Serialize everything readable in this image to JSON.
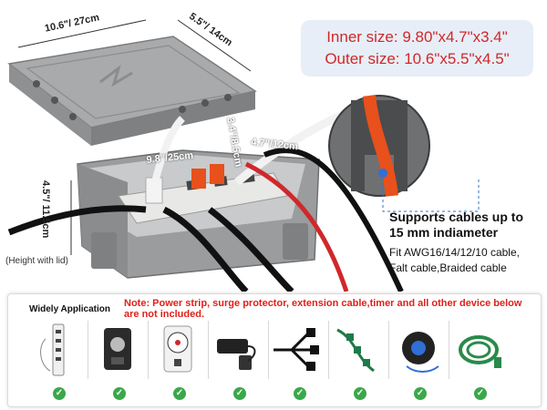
{
  "dimensions": {
    "length": "10.6\"/ 27cm",
    "width": "5.5\"/ 14cm",
    "inner_length": "9.8\"/25cm",
    "inner_height": "3.4\"/8.5cm",
    "inner_width": "4.7\"/12cm",
    "outer_height": "4.5\"/ 11.5cm",
    "height_note": "(Height with lid)"
  },
  "size_box": {
    "inner": "Inner size: 9.80\"x4.7\"x3.4\"",
    "outer": "Outer size: 10.6\"x5.5\"x4.5\""
  },
  "support": {
    "line1": "Supports cables up to",
    "line2": "15 mm indiameter",
    "fit1": "Fit AWG16/14/12/10 cable,",
    "fit2": "Falt cable,Braided cable"
  },
  "application": {
    "title": "Widely Application",
    "note": "Note: Power strip, surge protector, extension cable,timer and all other device below are not included.",
    "items": [
      {
        "icon": "power-strip-icon"
      },
      {
        "icon": "outdoor-timer-icon"
      },
      {
        "icon": "dial-timer-icon"
      },
      {
        "icon": "smart-plug-icon"
      },
      {
        "icon": "splitter-cord-icon"
      },
      {
        "icon": "multi-outlet-cord-icon"
      },
      {
        "icon": "cord-reel-icon"
      },
      {
        "icon": "green-extension-cord-icon"
      }
    ]
  },
  "colors": {
    "box_gray": "#9a9c9e",
    "accent_red": "#d0282a",
    "note_red": "#e0201a",
    "check_green": "#3aa84a",
    "orange_cable": "#e8501c",
    "cable_blue": "#2f6fd6"
  }
}
